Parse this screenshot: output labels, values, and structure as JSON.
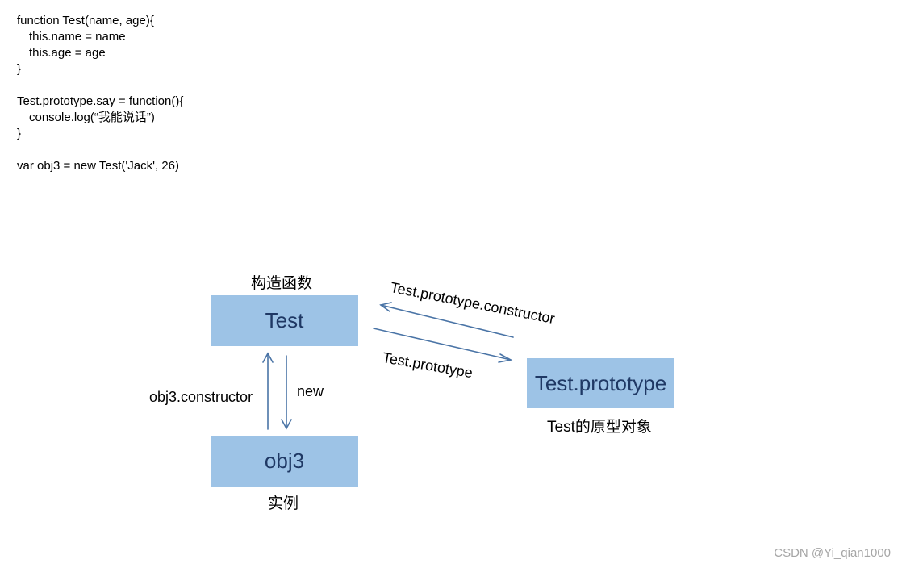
{
  "code": {
    "lines": [
      "function Test(name, age){",
      "this.name = name",
      "this.age = age",
      "}",
      "",
      "Test.prototype.say = function(){",
      "console.log(“我能说话”)",
      "}",
      "",
      "var obj3 = new Test('Jack', 26)"
    ]
  },
  "diagram": {
    "test_box": "Test",
    "test_caption": "构造函数",
    "obj3_box": "obj3",
    "obj3_caption": "实例",
    "prototype_box": "Test.prototype",
    "prototype_caption": "Test的原型对象",
    "arrow_constructor_label": "obj3.constructor",
    "arrow_new_label": "new",
    "arrow_prototype_label": "Test.prototype",
    "arrow_proto_constructor_label": "Test.prototype.constructor",
    "box_color": "#9dc3e6",
    "box_text_color": "#1f3864",
    "arrow_color": "#4a74a6"
  },
  "watermark": "CSDN @Yi_qian1000"
}
